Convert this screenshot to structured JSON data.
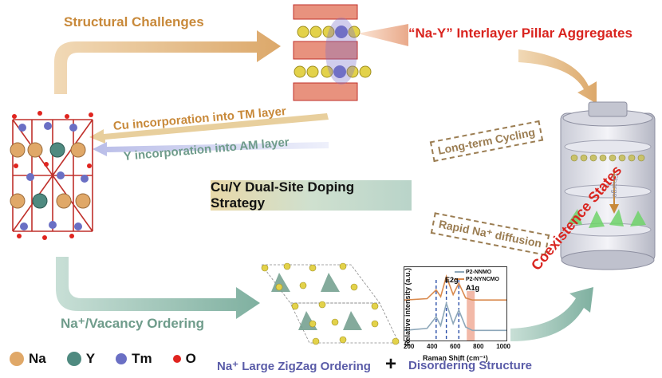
{
  "labels": {
    "structural_challenges": "Structural Challenges",
    "pillar_aggregates": "“Na-Y” Interlayer Pillar Aggregates",
    "cu_incorporation": "Cu incorporation into TM layer",
    "y_incorporation": "Y incorporation into AM layer",
    "strategy": "Cu/Y Dual-Site Doping Strategy",
    "long_term_cycling": "Long-term Cycling",
    "rapid_diffusion": "Rapid Na⁺ diffusion",
    "vacancy_ordering": "Na⁺/Vacancy Ordering",
    "coexistence": "Coexistence States",
    "zigzag": "Na⁺ Large ZigZag Ordering",
    "plus": "+",
    "disordering": "Disordering Structure",
    "charge": "Charge"
  },
  "legend": [
    {
      "label": "Na",
      "color": "#e0a868"
    },
    {
      "label": "Y",
      "color": "#4f8a80"
    },
    {
      "label": "Tm",
      "color": "#6a6fc4"
    },
    {
      "label": "O",
      "color": "#e0241f"
    }
  ],
  "raman": {
    "ylabel": "Relative intensity (a.u.)",
    "xlabel": "Raman Shift (cm⁻¹)",
    "peak_e2g": "E2g",
    "peak_a1g": "A1g",
    "xticks": [
      "200",
      "400",
      "600",
      "800",
      "1000"
    ]
  },
  "chart_data": {
    "type": "line",
    "xlabel": "Raman Shift (cm⁻¹)",
    "ylabel": "Relative intensity (a.u.)",
    "xlim": [
      100,
      1000
    ],
    "series": [
      {
        "name": "P2-NNMO",
        "color": "#8da7b9",
        "x": [
          100,
          300,
          380,
          420,
          470,
          530,
          580,
          640,
          700,
          800,
          1000
        ],
        "y": [
          0.15,
          0.18,
          0.35,
          0.22,
          0.55,
          0.25,
          0.45,
          0.2,
          0.15,
          0.15,
          0.15
        ]
      },
      {
        "name": "P2-NYNCMO",
        "color": "#d98a4e",
        "x": [
          100,
          300,
          380,
          420,
          470,
          530,
          580,
          640,
          700,
          800,
          1000
        ],
        "y": [
          0.6,
          0.62,
          0.75,
          0.65,
          0.95,
          0.68,
          0.85,
          0.63,
          0.6,
          0.6,
          0.6
        ]
      }
    ],
    "highlight_x": [
      650,
      720
    ]
  }
}
